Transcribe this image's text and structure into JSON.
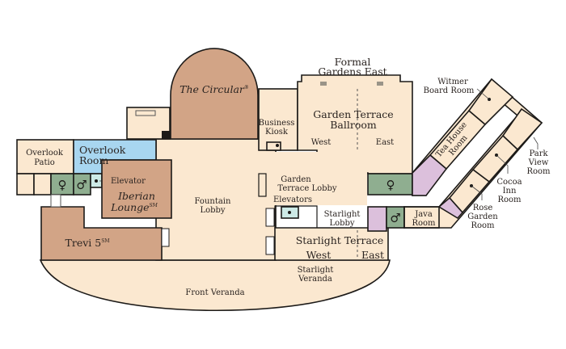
{
  "colors": {
    "floor": "#fbe8d0",
    "event_room": "#d2a486",
    "overlook_room": "#a8d6f0",
    "restroom": "#8fae90",
    "service": "#dcc0dc",
    "elevator": "#cdeae6",
    "outline": "#1c1a18"
  },
  "rooms": {
    "circular": {
      "name": "The Circular",
      "mark": "®"
    },
    "overlook_patio": {
      "line1": "Overlook",
      "line2": "Patio"
    },
    "overlook_room": {
      "line1": "Overlook",
      "line2": "Room"
    },
    "elevator_left": "Elevator",
    "iberian_lounge": {
      "line1": "Iberian",
      "line2": "Lounge",
      "mark": "SM"
    },
    "fountain_lobby": {
      "line1": "Fountain",
      "line2": "Lobby"
    },
    "trevi": {
      "name": "Trevi 5",
      "mark": "SM"
    },
    "front_veranda": "Front Veranda",
    "business_kiosk": {
      "line1": "Business",
      "line2": "Kiosk"
    },
    "formal_gardens": {
      "line1": "Formal",
      "line2": "Gardens East"
    },
    "ballroom": {
      "line1": "Garden Terrace",
      "line2": "Ballroom",
      "west": "West",
      "east": "East"
    },
    "garden_terrace_lobby": {
      "line1": "Garden",
      "line2": "Terrace Lobby"
    },
    "elevators": "Elevators",
    "starlight_lobby": {
      "line1": "Starlight",
      "line2": "Lobby"
    },
    "starlight_terrace": {
      "name": "Starlight Terrace",
      "west": "West",
      "east": "East"
    },
    "starlight_veranda": {
      "line1": "Starlight",
      "line2": "Veranda"
    },
    "java_room": {
      "line1": "Java",
      "line2": "Room"
    },
    "tea_house": {
      "line1": "Tea House",
      "line2": "Room"
    },
    "witmer": {
      "line1": "Witmer",
      "line2": "Board Room"
    },
    "park_view": {
      "line1": "Park",
      "line2": "View",
      "line3": "Room"
    },
    "cocoa_inn": {
      "line1": "Cocoa",
      "line2": "Inn",
      "line3": "Room"
    },
    "rose_garden": {
      "line1": "Rose",
      "line2": "Garden",
      "line3": "Room"
    }
  },
  "restroom_icons": [
    "womens-restroom-icon",
    "mens-restroom-icon",
    "womens-restroom-icon",
    "mens-restroom-icon"
  ]
}
